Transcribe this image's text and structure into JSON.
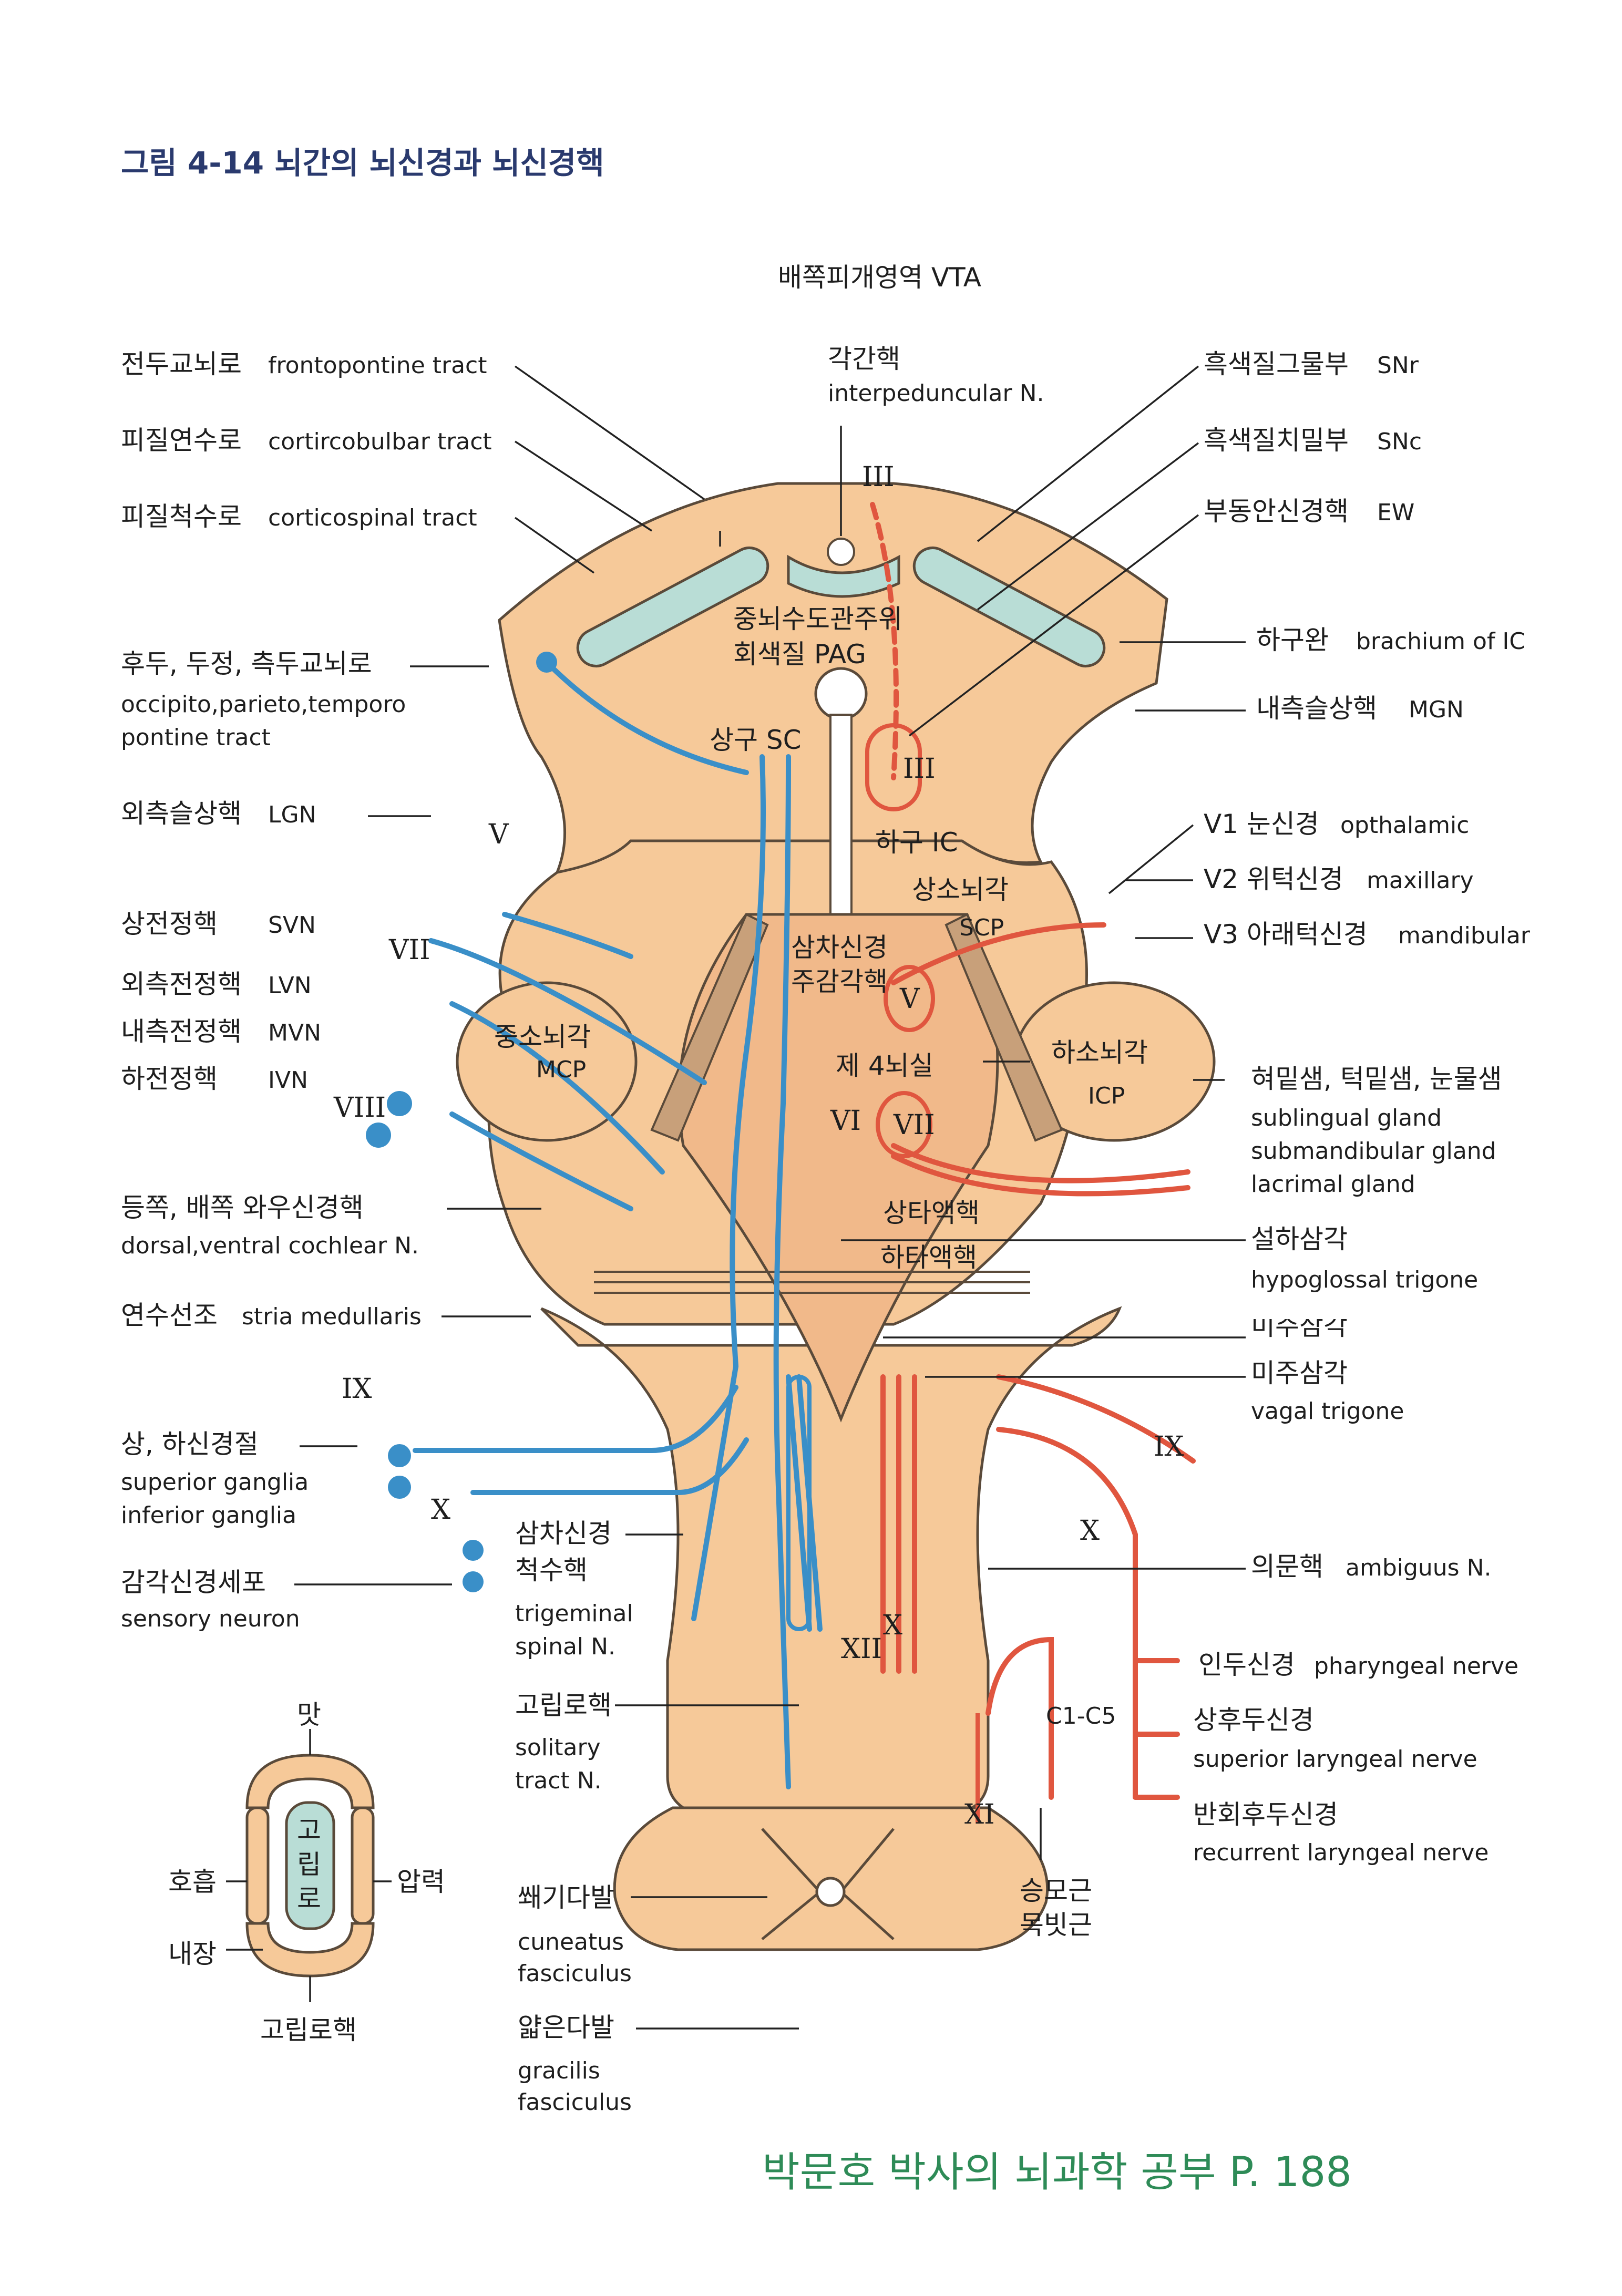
{
  "figure": {
    "title": "그림 4-14 뇌간의 뇌신경과 뇌신경핵"
  },
  "footer": "박문호 박사의 뇌과학 공부 P. 188",
  "colors": {
    "brainstem": "#f6c999",
    "outline": "#5a4a3a",
    "afferent": "#3a8fc8",
    "efferent": "#e0563f",
    "cavity": "#b9ddd6",
    "footer": "#2e8b57"
  },
  "labels": {
    "vta": "배쪽피개영역  VTA",
    "ip_ko": "각간핵",
    "ip_en": "interpeduncular N.",
    "fpt_ko": "전두교뇌로",
    "fpt_en": "frontopontine tract",
    "cbt_ko": "피질연수로",
    "cbt_en": "cortircobulbar tract",
    "cst_ko": "피질척수로",
    "cst_en": "corticospinal tract",
    "snr_ko": "흑색질그물부",
    "snr_en": "SNr",
    "snc_ko": "흑색질치밀부",
    "snc_en": "SNc",
    "ew_ko": "부동안신경핵",
    "ew_en": "EW",
    "pag1": "중뇌수도관주위",
    "pag2": "회색질  PAG",
    "bic_ko": "하구완",
    "bic_en": "brachium of IC",
    "mgn_ko": "내측슬상핵",
    "mgn_en": "MGN",
    "otp_ko": "후두, 두정, 측두교뇌로",
    "otp_en1": "occipito,parieto,temporo",
    "otp_en2": "pontine tract",
    "sc": "상구 SC",
    "lgn_ko": "외측슬상핵",
    "lgn_en": "LGN",
    "ic": "하구 IC",
    "v1_ko": "V1 눈신경",
    "v1_en": "opthalamic",
    "v2_ko": "V2 위턱신경",
    "v2_en": "maxillary",
    "v3_ko": "V3 아래턱신경",
    "v3_en": "mandibular",
    "scp_ko": "상소뇌각",
    "scp_en": "SCP",
    "svn_ko": "상전정핵",
    "svn_en": "SVN",
    "lvn_ko": "외측전정핵",
    "lvn_en": "LVN",
    "mvn_ko": "내측전정핵",
    "mvn_en": "MVN",
    "ivn_ko": "하전정핵",
    "ivn_en": "IVN",
    "pst1": "삼차신경",
    "pst2": "주감각핵",
    "mcp_ko": "중소뇌각",
    "mcp_en": "MCP",
    "icp_ko": "하소뇌각",
    "icp_en": "ICP",
    "v4": "제 4뇌실",
    "glands_ko": "혀밑샘, 턱밑샘, 눈물샘",
    "glands_en1": "sublingual gland",
    "glands_en2": "submandibular gland",
    "glands_en3": "lacrimal gland",
    "ss": "상타액핵",
    "is": "하타액핵",
    "coch_ko": "등쪽, 배쪽 와우신경핵",
    "coch_en": "dorsal,ventral cochlear N.",
    "ht_ko": "설하삼각",
    "ht_en": "hypoglossal trigone",
    "vt_cut": "미주삼각",
    "sm_ko": "연수선조",
    "sm_en": "stria medullaris",
    "vt_ko": "미주삼각",
    "vt_en": "vagal trigone",
    "gang_ko": "상, 하신경절",
    "gang_en1": "superior ganglia",
    "gang_en2": "inferior ganglia",
    "amb_ko": "의문핵",
    "amb_en": "ambiguus N.",
    "tsn1": "삼차신경",
    "tsn2": "척수핵",
    "tsn3": "trigeminal",
    "tsn4": "spinal N.",
    "sens_ko": "감각신경세포",
    "sens_en": "sensory neuron",
    "phar_ko": "인두신경",
    "phar_en": "pharyngeal nerve",
    "sln_ko": "상후두신경",
    "sln_en": "superior laryngeal nerve",
    "sol1": "고립로핵",
    "sol2": "solitary",
    "sol3": "tract N.",
    "rln_ko": "반회후두신경",
    "rln_en": "recurrent laryngeal nerve",
    "c1c5": "C1-C5",
    "muscle1": "승모근",
    "muscle2": "목빗근",
    "cun1": "쐐기다발",
    "cun2": "cuneatus",
    "cun3": "fasciculus",
    "gra1": "얇은다발",
    "gra2": "gracilis",
    "gra3": "fasciculus"
  },
  "roman": {
    "III": "III",
    "III_nucleus": "III",
    "V": "V",
    "V_nucleus": "V",
    "VI": "VI",
    "VII": "VII",
    "VII_nucleus": "VII",
    "VIII": "VIII",
    "IX_left": "IX",
    "IX_right": "IX",
    "X_left": "X",
    "X_right": "X",
    "X_center": "X",
    "XI": "XI",
    "XII": "XII"
  },
  "inset": {
    "top": "맛",
    "left1": "호흡",
    "left2": "내장",
    "right": "압력",
    "core": [
      "고",
      "립",
      "로"
    ],
    "bottom": "고립로핵"
  }
}
